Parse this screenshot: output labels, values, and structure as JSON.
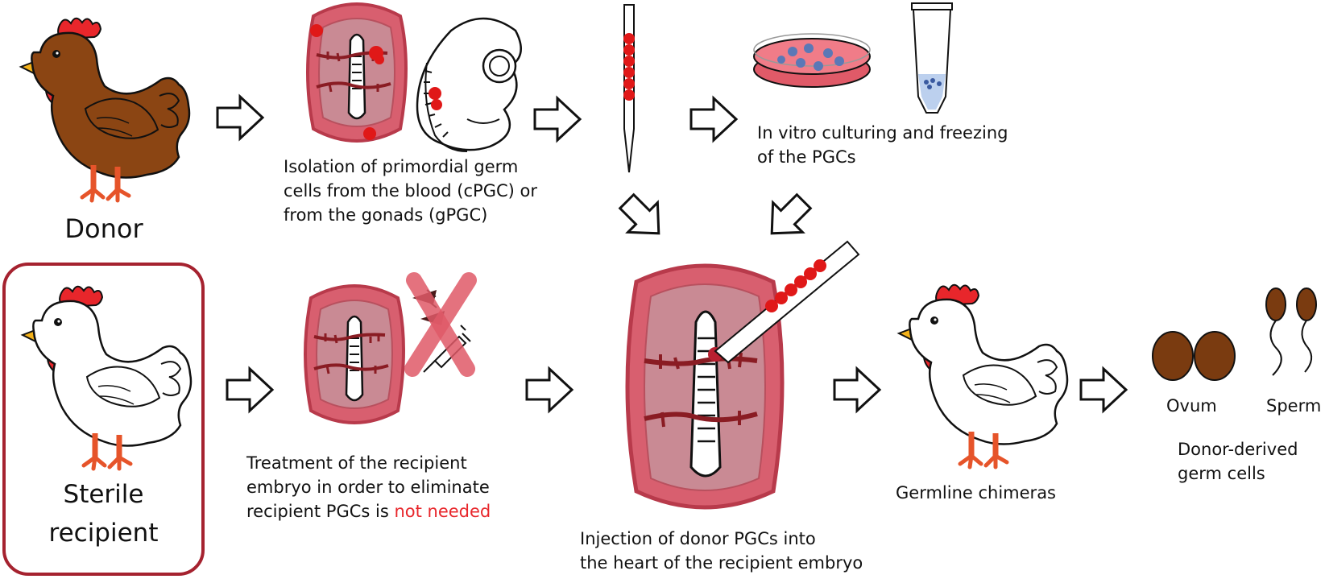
{
  "colors": {
    "hen_brown": "#8b4513",
    "hen_white": "#ffffff",
    "comb": "#e8262b",
    "beak": "#f4b21a",
    "legs": "#e6542a",
    "embryo_fill": "#d85f6f",
    "embryo_border": "#b83a4b",
    "vessel": "#8a1c23",
    "cell": "#e01818",
    "recipient_frame": "#a5222f",
    "highlight_text": "#e8262b",
    "germ_cell": "#7a3b10"
  },
  "icons": [
    "donor-hen-icon",
    "embryo-disc-icon",
    "embryo-side-view-icon",
    "pipette-icon",
    "petri-dish-icon",
    "cryo-tube-icon",
    "sterile-hen-icon",
    "syringe-icon",
    "cross-icon",
    "injection-embryo-icon",
    "chimera-hen-icon",
    "ovum-icon",
    "sperm-icon",
    "arrow-icon"
  ],
  "donor": {
    "label": "Donor"
  },
  "isolation": {
    "lines": [
      "Isolation of primordial germ",
      "cells from the blood (cPGC) or",
      "from the gonads (gPGC)"
    ]
  },
  "culture": {
    "lines": [
      "In vitro culturing and freezing",
      "of the PGCs"
    ]
  },
  "recipient": {
    "lines": [
      "Sterile",
      "recipient"
    ]
  },
  "treatment": {
    "lines": [
      "Treatment of the recipient",
      "embryo in order to eliminate"
    ],
    "line3_prefix": "recipient PGCs is ",
    "line3_highlight": "not needed"
  },
  "injection": {
    "lines": [
      "Injection of donor PGCs into",
      "the heart of the recipient embryo"
    ]
  },
  "chimeras": {
    "label": "Germline chimeras"
  },
  "germ_cells": {
    "ovum": "Ovum",
    "sperm": "Sperm",
    "caption_lines": [
      "Donor-derived",
      "germ cells"
    ]
  }
}
